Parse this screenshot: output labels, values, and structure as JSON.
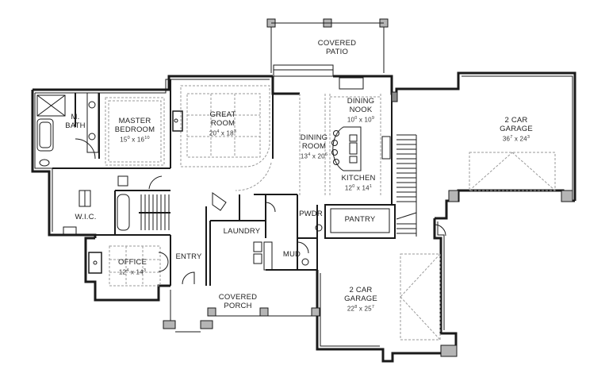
{
  "plan": {
    "wall_color": "#1a1a1a",
    "wall_fill": "#8a8a8a",
    "post_fill": "#b5b5b5",
    "dashed_color": "#9a9a9a"
  },
  "rooms": [
    {
      "id": "covered-patio",
      "name_line1": "COVERED",
      "name_line2": "PATIO",
      "dim_w": "",
      "dim_w_sup": "",
      "dim_h": "",
      "dim_h_sup": ""
    },
    {
      "id": "master-bath",
      "name_line1": "M.",
      "name_line2": "BATH",
      "dim_w": "",
      "dim_w_sup": "",
      "dim_h": "",
      "dim_h_sup": ""
    },
    {
      "id": "master-bedroom",
      "name_line1": "MASTER",
      "name_line2": "BEDROOM",
      "dim_w": "15",
      "dim_w_sup": "0",
      "dim_h": "16",
      "dim_h_sup": "10"
    },
    {
      "id": "great-room",
      "name_line1": "GREAT",
      "name_line2": "ROOM",
      "dim_w": "20",
      "dim_w_sup": "4",
      "dim_h": "18",
      "dim_h_sup": "3"
    },
    {
      "id": "dining-room",
      "name_line1": "DINING",
      "name_line2": "ROOM",
      "dim_w": "13",
      "dim_w_sup": "4",
      "dim_h": "20",
      "dim_h_sup": "6"
    },
    {
      "id": "dining-nook",
      "name_line1": "DINING",
      "name_line2": "NOOK",
      "dim_w": "10",
      "dim_w_sup": "0",
      "dim_h": "10",
      "dim_h_sup": "9"
    },
    {
      "id": "kitchen",
      "name_line1": "KITCHEN",
      "name_line2": "",
      "dim_w": "12",
      "dim_w_sup": "0",
      "dim_h": "14",
      "dim_h_sup": "1"
    },
    {
      "id": "garage-upper",
      "name_line1": "2 CAR",
      "name_line2": "GARAGE",
      "dim_w": "36",
      "dim_w_sup": "7",
      "dim_h": "24",
      "dim_h_sup": "3"
    },
    {
      "id": "wic",
      "name_line1": "W.I.C.",
      "name_line2": "",
      "dim_w": "",
      "dim_w_sup": "",
      "dim_h": "",
      "dim_h_sup": ""
    },
    {
      "id": "pwdr",
      "name_line1": "PWDR",
      "name_line2": "",
      "dim_w": "",
      "dim_w_sup": "",
      "dim_h": "",
      "dim_h_sup": ""
    },
    {
      "id": "pantry",
      "name_line1": "PANTRY",
      "name_line2": "",
      "dim_w": "",
      "dim_w_sup": "",
      "dim_h": "",
      "dim_h_sup": ""
    },
    {
      "id": "laundry",
      "name_line1": "LAUNDRY",
      "name_line2": "",
      "dim_w": "",
      "dim_w_sup": "",
      "dim_h": "",
      "dim_h_sup": ""
    },
    {
      "id": "mud",
      "name_line1": "MUD",
      "name_line2": "",
      "dim_w": "",
      "dim_w_sup": "",
      "dim_h": "",
      "dim_h_sup": ""
    },
    {
      "id": "office",
      "name_line1": "OFFICE",
      "name_line2": "",
      "dim_w": "12",
      "dim_w_sup": "4",
      "dim_h": "14",
      "dim_h_sup": "3"
    },
    {
      "id": "entry",
      "name_line1": "ENTRY",
      "name_line2": "",
      "dim_w": "",
      "dim_w_sup": "",
      "dim_h": "",
      "dim_h_sup": ""
    },
    {
      "id": "covered-porch",
      "name_line1": "COVERED",
      "name_line2": "PORCH",
      "dim_w": "",
      "dim_w_sup": "",
      "dim_h": "",
      "dim_h_sup": ""
    },
    {
      "id": "garage-lower",
      "name_line1": "2 CAR",
      "name_line2": "GARAGE",
      "dim_w": "22",
      "dim_w_sup": "8",
      "dim_h": "25",
      "dim_h_sup": "7"
    }
  ]
}
